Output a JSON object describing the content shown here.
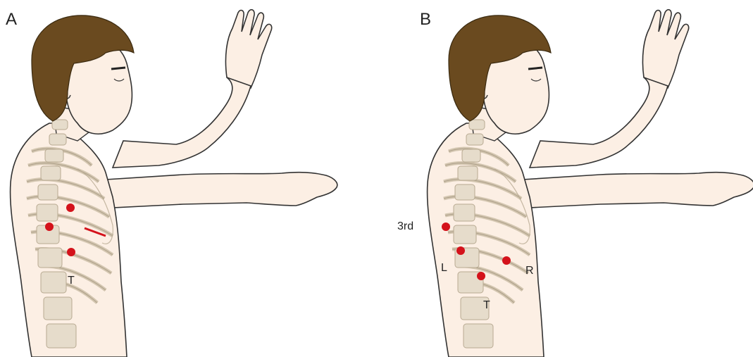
{
  "panels": [
    {
      "letter": "A",
      "labels": {
        "t": "T"
      }
    },
    {
      "letter": "B",
      "labels": {
        "third": "3rd",
        "l": "L",
        "r": "R",
        "t": "T"
      }
    }
  ],
  "colors": {
    "skin": "#fcefe4",
    "hair": "#6a4a1f",
    "outline": "#333333",
    "bone": "#e6dccb",
    "marker": "#d4121b"
  }
}
